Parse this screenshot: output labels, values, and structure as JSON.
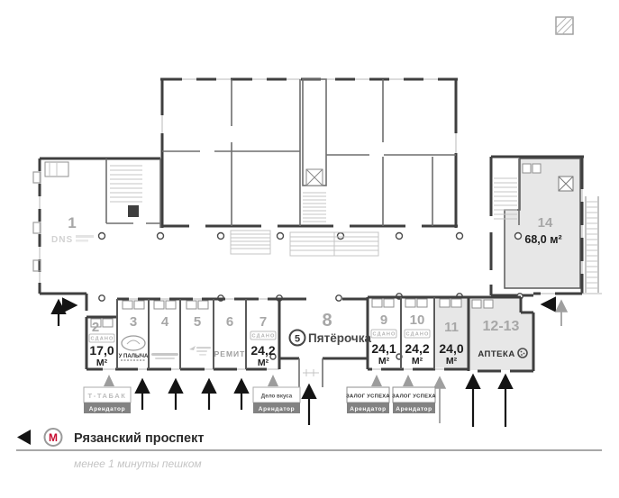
{
  "plan": {
    "rooms": {
      "r1": {
        "num": "1",
        "logo": "DNS"
      },
      "r2": {
        "num": "2",
        "status": "СДАНО",
        "area": "17,0",
        "unit": "М²"
      },
      "r3": {
        "num": "3",
        "tenant": "У ПАЛЫЧА"
      },
      "r4": {
        "num": "4"
      },
      "r5": {
        "num": "5"
      },
      "r6": {
        "num": "6",
        "tenant": "РЕМИТ"
      },
      "r7": {
        "num": "7",
        "status": "СДАНО",
        "area": "24,2",
        "unit": "М²"
      },
      "r8": {
        "num": "8",
        "tenant": "Пятёрочка",
        "logo_digit": "5"
      },
      "r9": {
        "num": "9",
        "status": "СДАНО",
        "area": "24,1",
        "unit": "М²"
      },
      "r10": {
        "num": "10",
        "status": "СДАНО",
        "area": "24,2",
        "unit": "М²"
      },
      "r11": {
        "num": "11",
        "area": "24,0",
        "unit": "М²"
      },
      "r12_13": {
        "num": "12-13",
        "tenant": "АПТЕКА"
      },
      "r14": {
        "num": "14",
        "area": "68,0 м²"
      }
    },
    "tenant_boxes": [
      {
        "name": "Т-ТАБАК",
        "sub": "Арендатор"
      },
      {
        "name": "Дело вкуса",
        "sub": "Арендатор"
      },
      {
        "name": "ЗАЛОГ УСПЕХА",
        "sub": "Арендатор"
      },
      {
        "name": "ЗАЛОГ УСПЕХА",
        "sub": "Арендатор"
      }
    ],
    "footer": {
      "metro_letter": "М",
      "station": "Рязанский проспект",
      "walk": "менее 1 минуты пешком"
    },
    "colors": {
      "leased_fill": "#e7e7e7",
      "wall": "#3f3f3f",
      "metro_red": "#c60b2f"
    }
  }
}
